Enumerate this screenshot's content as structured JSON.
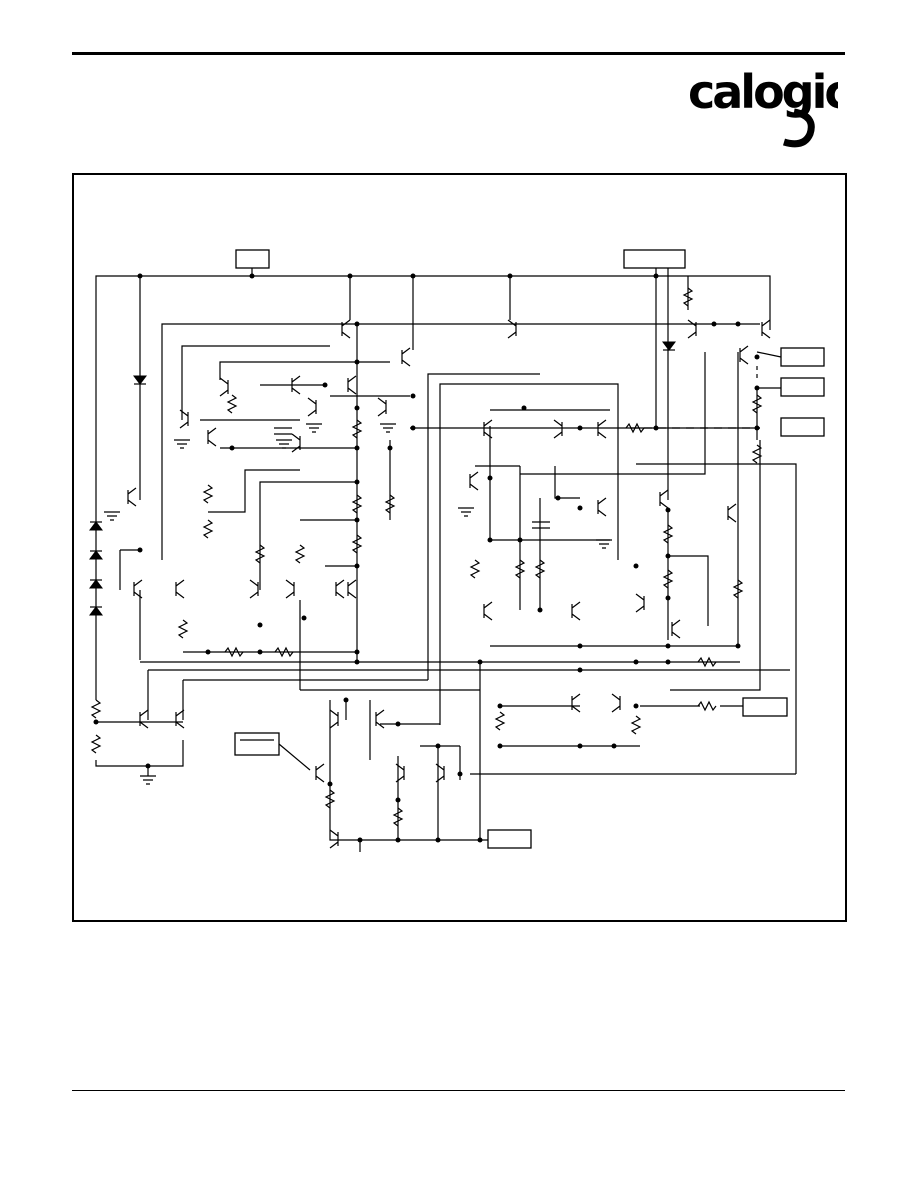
{
  "header": {
    "logo_text": "calogic"
  },
  "schematic": {
    "pins": [
      {
        "id": "pin-top-left",
        "label": ""
      },
      {
        "id": "pin-top-right",
        "label": ""
      },
      {
        "id": "pin-right-1",
        "label": ""
      },
      {
        "id": "pin-right-2",
        "label": ""
      },
      {
        "id": "pin-right-3",
        "label": ""
      },
      {
        "id": "pin-mid-right",
        "label": ""
      },
      {
        "id": "pin-left",
        "label": ""
      },
      {
        "id": "pin-bottom",
        "label": ""
      }
    ]
  }
}
